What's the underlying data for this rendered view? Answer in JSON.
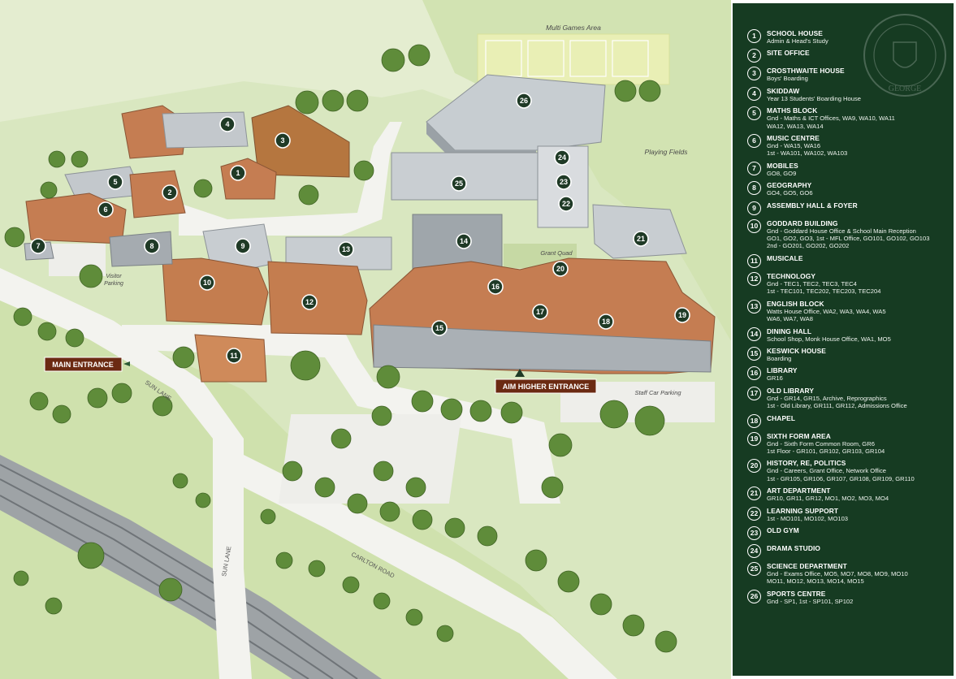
{
  "map": {
    "labels": {
      "multi_games_area": "Multi Games Area",
      "playing_fields": "Playing Fields",
      "grant_quad": "Grant Quad",
      "visitor_parking": "Visitor\nParking",
      "staff_car_parking": "Staff Car Parking",
      "sun_lane_top": "SUN LANE",
      "sun_lane_bottom": "SUN LANE",
      "carlton_road": "CARLTON ROAD"
    },
    "entrances": {
      "main": "MAIN ENTRANCE",
      "aim_higher": "AIM HIGHER ENTRANCE"
    },
    "markers": [
      "1",
      "2",
      "3",
      "4",
      "5",
      "6",
      "7",
      "8",
      "9",
      "10",
      "11",
      "12",
      "13",
      "14",
      "15",
      "16",
      "17",
      "18",
      "19",
      "20",
      "21",
      "22",
      "23",
      "24",
      "25",
      "26"
    ],
    "colors": {
      "grass": "#d7e6bd",
      "pale_grass": "#e6efd3",
      "road": "#f2f2ee",
      "roof_red": "#c07a4f",
      "roof_grey": "#b7bcc2",
      "marker_fill": "#1f3a26",
      "entrance_bg": "#6b2a12",
      "tree": "#5f8c3a"
    }
  },
  "legend": {
    "items": [
      {
        "num": "1",
        "title": "SCHOOL HOUSE",
        "detail": "Admin & Head's Study"
      },
      {
        "num": "2",
        "title": "SITE OFFICE",
        "detail": ""
      },
      {
        "num": "3",
        "title": "CROSTHWAITE HOUSE",
        "detail": "Boys' Boarding"
      },
      {
        "num": "4",
        "title": "SKIDDAW",
        "detail": "Year 13 Students' Boarding House"
      },
      {
        "num": "5",
        "title": "MATHS BLOCK",
        "detail": "Gnd - Maths & ICT Offices, WA9, WA10, WA11\nWA12, WA13, WA14"
      },
      {
        "num": "6",
        "title": "MUSIC CENTRE",
        "detail": "Gnd - WA15, WA16\n1st - WA101, WA102, WA103"
      },
      {
        "num": "7",
        "title": "MOBILES",
        "detail": "GO8, GO9"
      },
      {
        "num": "8",
        "title": "GEOGRAPHY",
        "detail": "GO4, GO5, GO6"
      },
      {
        "num": "9",
        "title": "ASSEMBLY HALL & FOYER",
        "detail": ""
      },
      {
        "num": "10",
        "title": "GODDARD BUILDING",
        "detail": "Gnd - Goddard House Office & School Main Reception\nGO1, GO2, GO3, 1st - MFL Office, GO101, GO102, GO103\n2nd - GO201, GO202, GO202"
      },
      {
        "num": "11",
        "title": "MUSICALE",
        "detail": ""
      },
      {
        "num": "12",
        "title": "TECHNOLOGY",
        "detail": "Gnd - TEC1, TEC2, TEC3, TEC4\n1st - TEC101, TEC202, TEC203, TEC204"
      },
      {
        "num": "13",
        "title": "ENGLISH BLOCK",
        "detail": "Watts House Office, WA2, WA3, WA4, WA5\nWA6, WA7, WA8"
      },
      {
        "num": "14",
        "title": "DINING HALL",
        "detail": "School Shop, Monk House Office, WA1, MO5"
      },
      {
        "num": "15",
        "title": "KESWICK HOUSE",
        "detail": "Boarding"
      },
      {
        "num": "16",
        "title": "LIBRARY",
        "detail": "GR16"
      },
      {
        "num": "17",
        "title": "OLD LIBRARY",
        "detail": "Gnd - GR14, GR15, Archive, Reprographics\n1st - Old Library, GR111, GR112, Admissions Office"
      },
      {
        "num": "18",
        "title": "CHAPEL",
        "detail": ""
      },
      {
        "num": "19",
        "title": "SIXTH FORM AREA",
        "detail": "Gnd - Sixth Form Common Room, GR6\n1st Floor - GR101, GR102, GR103, GR104"
      },
      {
        "num": "20",
        "title": "HISTORY, RE, POLITICS",
        "detail": "Gnd - Careers, Grant Office, Network Office\n1st - GR105, GR106, GR107, GR108, GR109, GR110"
      },
      {
        "num": "21",
        "title": "ART DEPARTMENT",
        "detail": "GR10, GR11, GR12,  MO1, MO2, MO3, MO4"
      },
      {
        "num": "22",
        "title": "LEARNING SUPPORT",
        "detail": "1st - MO101, MO102, MO103"
      },
      {
        "num": "23",
        "title": "OLD GYM",
        "detail": ""
      },
      {
        "num": "24",
        "title": "DRAMA STUDIO",
        "detail": ""
      },
      {
        "num": "25",
        "title": "SCIENCE DEPARTMENT",
        "detail": "Gnd - Exams Office, MO5, MO7, MO8, MO9, MO10\nMO11, MO12, MO13, MO14, MO15"
      },
      {
        "num": "26",
        "title": "SPORTS CENTRE",
        "detail": "Gnd - SP1, 1st - SP101, SP102"
      }
    ],
    "crest_text": "GEORGE"
  }
}
